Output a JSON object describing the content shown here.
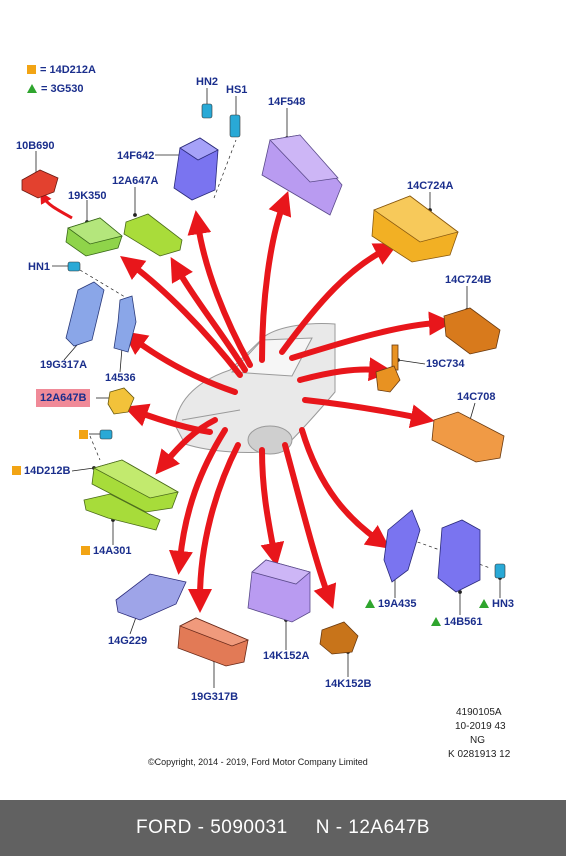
{
  "legend": {
    "square_label": "= 14D212A",
    "triangle_label": "= 3G530",
    "square_color": "#f2a414",
    "triangle_color": "#2fa52e"
  },
  "parts": {
    "hn2": "HN2",
    "hs1": "HS1",
    "p14f548": "14F548",
    "p10b690": "10B690",
    "p14f642": "14F642",
    "p12a647a": "12A647A",
    "p19k350": "19K350",
    "p14c724a": "14C724A",
    "hn1": "HN1",
    "p14c724b": "14C724B",
    "p19g317a": "19G317A",
    "p14536": "14536",
    "p19c734": "19C734",
    "p12a647b": "12A647B",
    "p14c708": "14C708",
    "p14d212b": "14D212B",
    "p14a301": "14A301",
    "p19a435": "19A435",
    "hn3": "HN3",
    "p14b561": "14B561",
    "p14g229": "14G229",
    "p14k152a": "14K152A",
    "p14k152b": "14K152B",
    "p19g317b": "19G317B"
  },
  "highlight_color": "#f08a98",
  "arrow_color": "#e8161b",
  "codes": {
    "line1": "4190105A",
    "line2": "10-2019 43",
    "line3": "NG",
    "line4": "K 0281913 12"
  },
  "copyright": "©Copyright, 2014 - 2019, Ford Motor Company Limited",
  "footer": {
    "left": "FORD - 5090031",
    "right": "N - 12A647B"
  }
}
